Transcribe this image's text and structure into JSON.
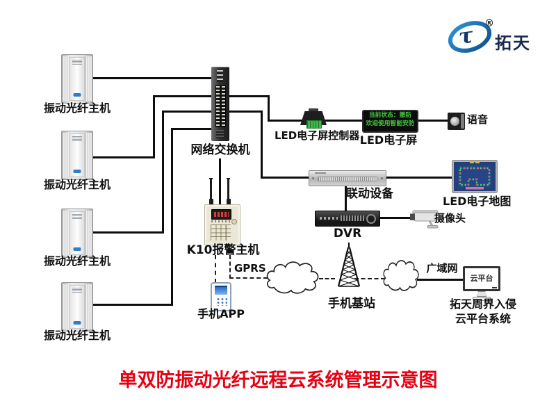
{
  "logo": {
    "symbol": "τ",
    "reg": "®",
    "brand": "拓天"
  },
  "title": "单双防振动光纤远程云系统管理示意图",
  "colors": {
    "title_red": "#e60012",
    "led_green": "#46c83e",
    "logo_blue": "#1a6fb5",
    "brand_navy": "#18294d",
    "map_navy": "#24407c",
    "line_black": "#0d0d0d"
  },
  "nodes": {
    "fiber_hosts": [
      "振动光纤主机",
      "振动光纤主机",
      "振动光纤主机",
      "振动光纤主机"
    ],
    "switch": {
      "label": "网络交换机"
    },
    "led_controller": {
      "label": "LED电子屏控制器"
    },
    "led_screen": {
      "label": "LED电子屏",
      "line1": "当前状态：撤防",
      "line2": "欢迎使用智能安防"
    },
    "voice": {
      "label": "语音"
    },
    "linkage": {
      "label": "联动设备"
    },
    "led_map": {
      "label": "LED电子地图"
    },
    "dvr": {
      "label": "DVR"
    },
    "camera": {
      "label": "摄像头"
    },
    "k10": {
      "label": "K10报警主机"
    },
    "gprs": {
      "label": "GPRS"
    },
    "phone_app": {
      "label": "手机APP"
    },
    "base_station": {
      "label": "手机基站"
    },
    "wan": {
      "label": "广域网"
    },
    "cloud_platform": {
      "label": "云平台",
      "caption1": "拓天周界入侵",
      "caption2": "云平台系统"
    }
  }
}
